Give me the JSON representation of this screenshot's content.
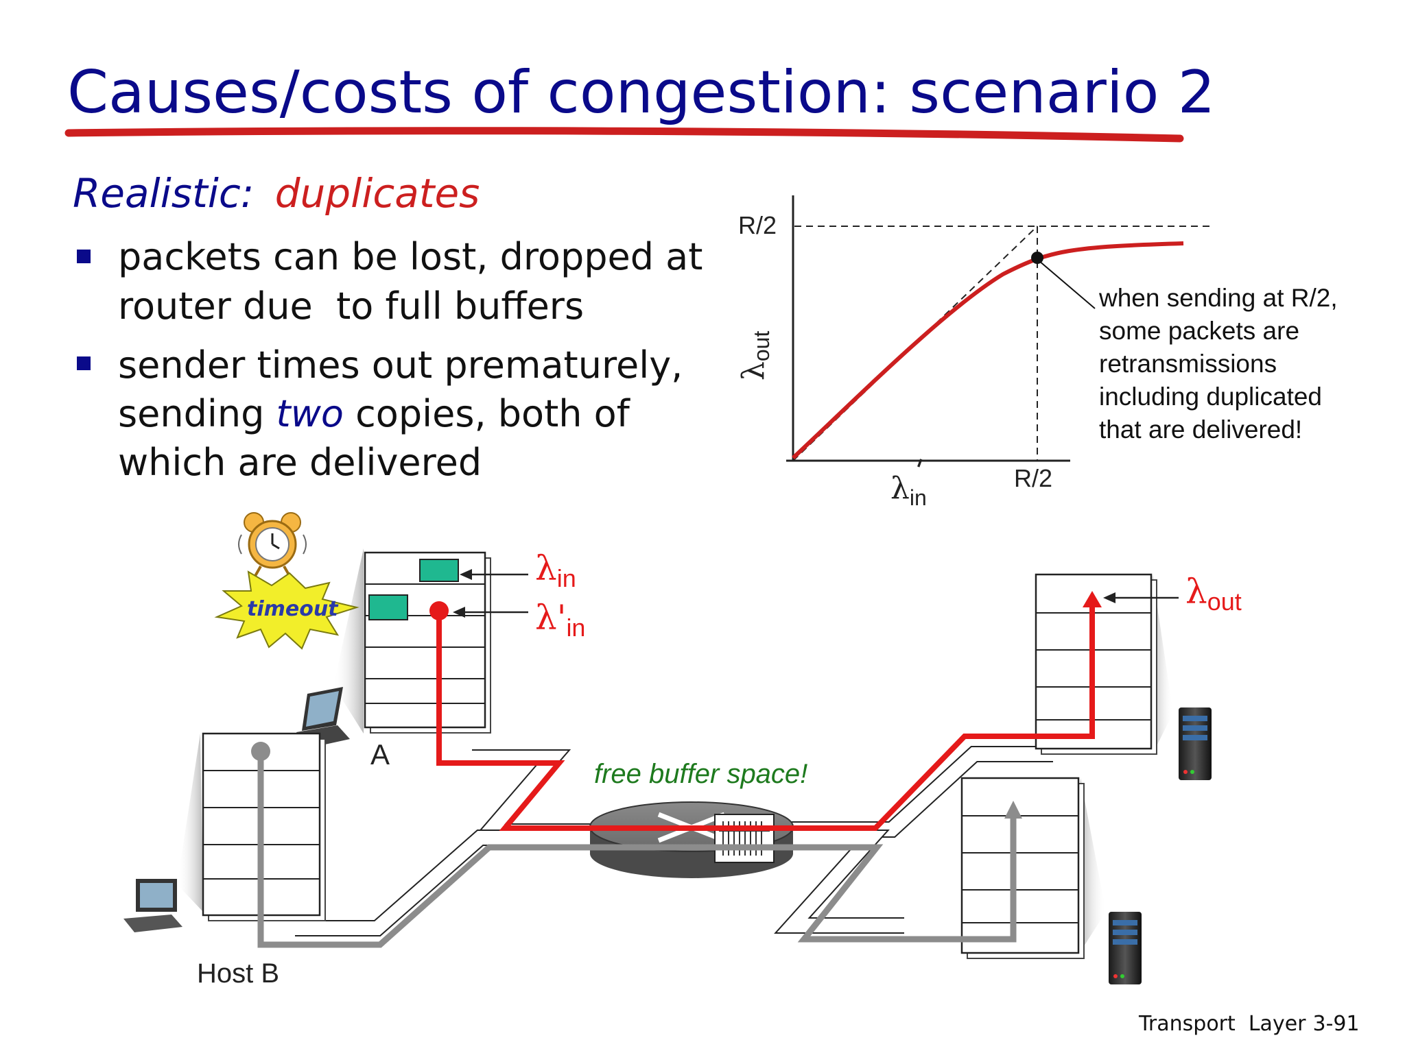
{
  "slide": {
    "title": "Causes/costs of congestion: scenario 2",
    "subtitle_lead": "Realistic:",
    "subtitle_emph": "duplicates",
    "bullets": [
      {
        "lines": [
          "packets can be lost, dropped at",
          "router due  to full buffers"
        ]
      },
      {
        "line1": "sender times out prematurely,",
        "line2_pre": "sending ",
        "line2_emph": "two",
        "line2_post": " copies, both of",
        "line3": "which are delivered"
      }
    ],
    "footer_prefix": "Transport  Layer",
    "footer_page": "3-91"
  },
  "graph": {
    "y_tick": "R/2",
    "x_tick": "R/2",
    "y_symbol": "λ",
    "y_sub": "out",
    "x_symbol": "λ",
    "x_prime": "'",
    "x_sub": "in",
    "annotation": [
      "when sending at R/2,",
      "some packets are",
      "retransmissions",
      "including duplicated",
      "that are delivered!"
    ]
  },
  "diagram": {
    "timeout_label": "timeout",
    "lambda_in_symbol": "λ",
    "lambda_in_sub": "in",
    "lambda_in_prime_symbol": "λ'",
    "lambda_in_prime_sub": "in",
    "lambda_out_symbol": "λ",
    "lambda_out_sub": "out",
    "host_a_label": "A",
    "host_b_label": "Host B",
    "buffer_label": "free buffer space!"
  },
  "colors": {
    "title": "#0a0a8a",
    "accent_red": "#cc1f1f",
    "flow_red": "#e51a1a",
    "flow_gray": "#8c8c8c",
    "packet_green": "#1fb890",
    "note_green": "#1e7a1e",
    "burst_yellow": "#f2ee2a"
  }
}
